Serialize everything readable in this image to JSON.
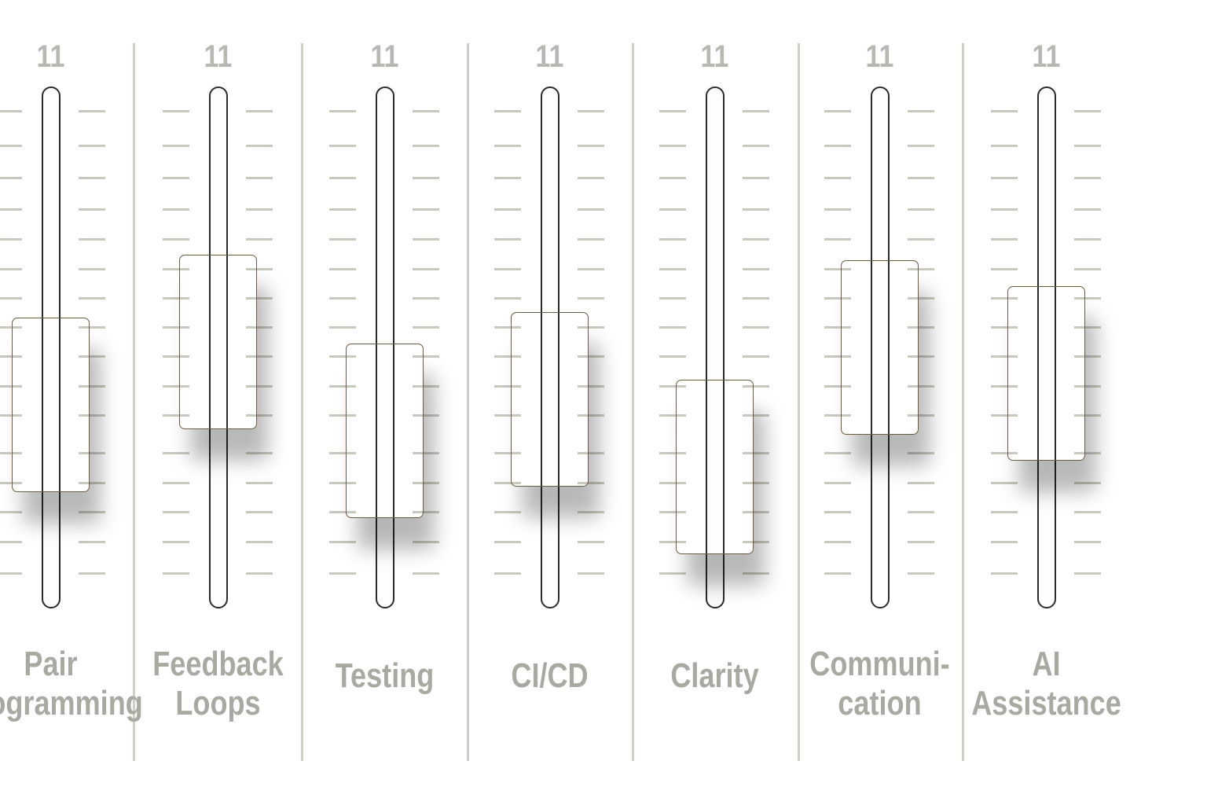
{
  "scale_max_label": "11",
  "channels": [
    {
      "label_lines": [
        "Pair",
        "Programming"
      ],
      "top_label": "11",
      "level": 0.39
    },
    {
      "label_lines": [
        "Feedback",
        "Loops"
      ],
      "top_label": "11",
      "level": 0.51
    },
    {
      "label_lines": [
        "Testing"
      ],
      "top_label": "11",
      "level": 0.34
    },
    {
      "label_lines": [
        "CI/CD"
      ],
      "top_label": "11",
      "level": 0.4
    },
    {
      "label_lines": [
        "Clarity"
      ],
      "top_label": "11",
      "level": 0.27
    },
    {
      "label_lines": [
        "Communi-",
        "cation"
      ],
      "top_label": "11",
      "level": 0.5
    },
    {
      "label_lines": [
        "AI",
        "Assistance"
      ],
      "top_label": "11",
      "level": 0.45
    }
  ],
  "colors": {
    "label": "#a9a9a2",
    "divider": "#cfcfc6",
    "tick": "#c9c8be"
  }
}
